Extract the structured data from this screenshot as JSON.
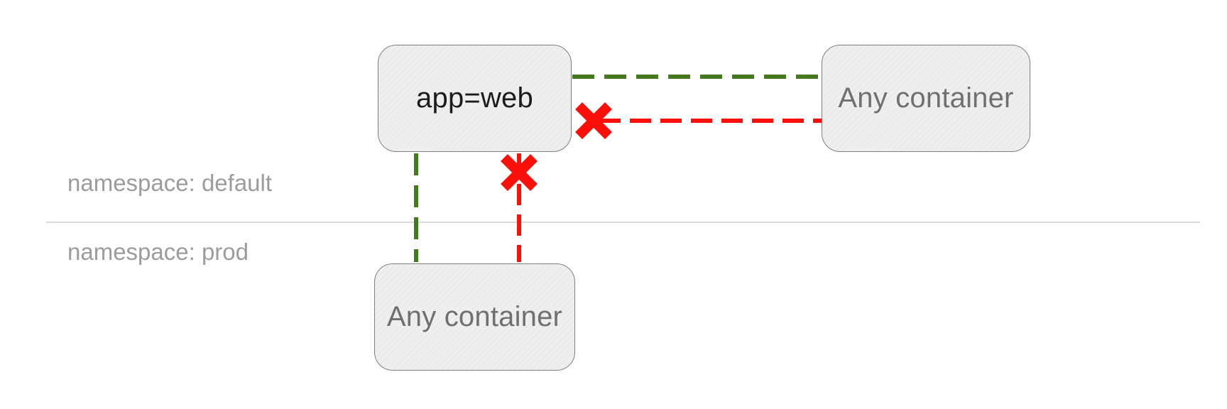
{
  "diagram": {
    "title": "network-policy-namespace-isolation-diagram",
    "nodes": [
      {
        "id": "app-web",
        "label": "app=web",
        "namespace": "default",
        "emphasis": "primary"
      },
      {
        "id": "any-container-default",
        "label": "Any container",
        "namespace": "default",
        "emphasis": "secondary"
      },
      {
        "id": "any-container-prod",
        "label": "Any container",
        "namespace": "prod",
        "emphasis": "secondary"
      }
    ],
    "namespaces": [
      {
        "id": "default",
        "label": "namespace: default"
      },
      {
        "id": "prod",
        "label": "namespace: prod"
      }
    ],
    "connections": [
      {
        "from": "app-web",
        "to": "any-container-default",
        "status": "allowed",
        "style": "green-dashed"
      },
      {
        "from": "any-container-default",
        "to": "app-web",
        "status": "blocked",
        "style": "red-dashed",
        "icon": "blocked-x-icon"
      },
      {
        "from": "app-web",
        "to": "any-container-prod",
        "status": "allowed",
        "style": "green-dashed"
      },
      {
        "from": "any-container-prod",
        "to": "app-web",
        "status": "blocked",
        "style": "red-dashed",
        "icon": "blocked-x-icon"
      }
    ],
    "colors": {
      "allowed": "#44791f",
      "blocked": "#fa0f0b",
      "node_fill": "#efefef",
      "node_border": "#7f7f7f",
      "node_text_primary": "#1c1c1c",
      "node_text_secondary": "#707070",
      "namespace_label": "#9c9c9c",
      "divider": "#d9d9d9"
    }
  }
}
